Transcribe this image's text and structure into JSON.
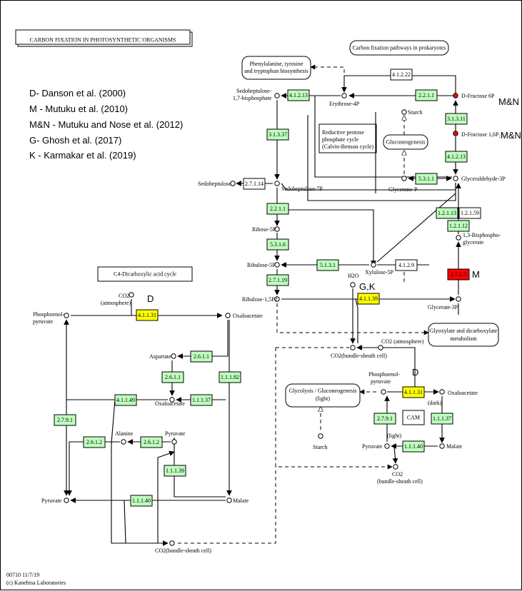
{
  "map_title": "CARBON FIXATION IN PHOTOSYNTHETIC ORGANISMS",
  "references": [
    "D- Danson et al. (2000)",
    "M - Mutuku et al. (2010)",
    "M&N - Mutuku and Nose et al. (2012)",
    "G- Ghosh et al. (2017)",
    "K - Karmakar et al. (2019)"
  ],
  "annotations": {
    "mn1": "M&N",
    "mn2": "M&N",
    "m": "M",
    "d1": "D",
    "gk": "G,K",
    "d2": "D"
  },
  "boxes": {
    "prokaryotes": "Carbon fixation pathways in prokaryotes",
    "phe_line1": "Phenylalanine, tyrosine",
    "phe_line2": "and tryptophan biosynthesis",
    "pentose_line1": "Reductive pentose",
    "pentose_line2": "phosphate cycle",
    "pentose_line3": "(Calvin-Benson cycle)",
    "gluconeo": "Gluconeogenesis",
    "c4": "C4-Dicarboxylic acid cycle",
    "glyox_line1": "Glyoxylate and dicarboxylate",
    "glyox_line2": "metabolism",
    "glyco_line1": "Glycolysis / Gluconeogenesis",
    "glyco_line2": "(light)",
    "cam": "CAM"
  },
  "enzymes": {
    "e4_1_2_22": "4.1.2.22",
    "e4_1_2_13a": "4.1.2.13",
    "e2_2_1_1a": "2.2.1.1",
    "e3_1_3_11": "3.1.3.11",
    "e3_1_3_37": "3.1.3.37",
    "e4_1_2_13b": "4.1.2.13",
    "e2_7_1_14": "2.7.1.14",
    "e5_3_1_1": "5.3.1.1",
    "e2_2_1_1b": "2.2.1.1",
    "e1_2_1_13": "1.2.1.13",
    "e1_2_1_59": "1.2.1.59",
    "e1_2_1_12": "1.2.1.12",
    "e5_3_1_6": "5.3.1.6",
    "e5_1_3_1": "5.1.3.1",
    "e4_1_2_9": "4.1.2.9",
    "e2_7_2_3": "2.7.2.3",
    "e2_7_1_19": "2.7.1.19",
    "e4_1_1_39": "4.1.1.39",
    "e4_1_1_31a": "4.1.1.31",
    "e2_6_1_1": "2.6.1.1",
    "e2_6_1_1b": "2.6.1.1",
    "e1_1_1_82": "1.1.1.82",
    "e4_1_1_49": "4.1.1.49",
    "e1_1_1_37a": "1.1.1.37",
    "e2_7_9_1a": "2.7.9.1",
    "e2_6_1_2": "2.6.1.2",
    "e2_6_1_2b": "2.6.1.2",
    "e1_1_1_39": "1.1.1.39",
    "e1_1_1_40a": "1.1.1.40",
    "e4_1_1_31b": "4.1.1.31",
    "e2_7_9_1b": "2.7.9.1",
    "e1_1_1_37b": "1.1.1.37",
    "e1_1_1_40b": "1.1.1.40"
  },
  "compounds": {
    "sedoheptulose17bp_1": "Sedoheptulose-",
    "sedoheptulose17bp_2": "1,7-bisphosphate",
    "erythrose4p": "Erythrose-4P",
    "starch1": "Starch",
    "dfructose6p": "D-Fructose 6P",
    "dfructose16p2": "D-Fructose 1,6P₂",
    "sedoheptulose": "Sedoheptulose",
    "sedoheptulose7p": "Sedoheptulose-7P",
    "glycerone": "Glycerone-P",
    "glyceraldehyde": "Glyceraldehyde-3P",
    "ribose5p": "Ribose-5P",
    "bpg_1": "1,3-Bisphospho-",
    "bpg_2": "glycerate",
    "ribulose5p": "Ribulose-5P",
    "xylulose5p": "Xylulose-5P",
    "h2o": "H2O",
    "co2atm1_1": "CO2",
    "co2atm1_2": "(atmosphere)",
    "ribulose15p2": "Ribulose-1,5P2",
    "glycerate3p": "Glycerate-3P",
    "pep1_1": "Phosphoenol-",
    "pep1_2": "pyruvate",
    "oxaloacetate1": "Oxaloacetate",
    "co2atm2": "CO2 (atmosphere)",
    "co2bsc1": "CO2(bundle-sheath cell)",
    "aspartate": "Aspartate",
    "pep2_1": "Phosphoenol-",
    "pep2_2": "pyruvate",
    "oxaloacetate_dark": "Oxaloacetate",
    "dark": "(dark)",
    "oxaloacetate2": "Oxaloacetate",
    "alanine": "Alanine",
    "pyruvate1": "Pyruvate",
    "starch2": "Starch",
    "light": "(light)",
    "pyruvate_r": "Pyruvate",
    "malate_r": "Malate",
    "co2bsc2_1": "CO2",
    "co2bsc2_2": "(bundle-sheath cell)",
    "pyruvate_l": "Pyruvate",
    "malate_l": "Malate",
    "co2bsc3": "CO2(bundle-sheath cell)"
  },
  "footer": {
    "line1": "00710 11/7/19",
    "line2": "(c) Kanehisa Laboratories"
  },
  "colors": {
    "enzyme_default": "#bfffbf",
    "enzyme_highlight_yellow": "#ffff00",
    "enzyme_highlight_red": "#ff0000",
    "compound_highlight": "#ff0000"
  }
}
